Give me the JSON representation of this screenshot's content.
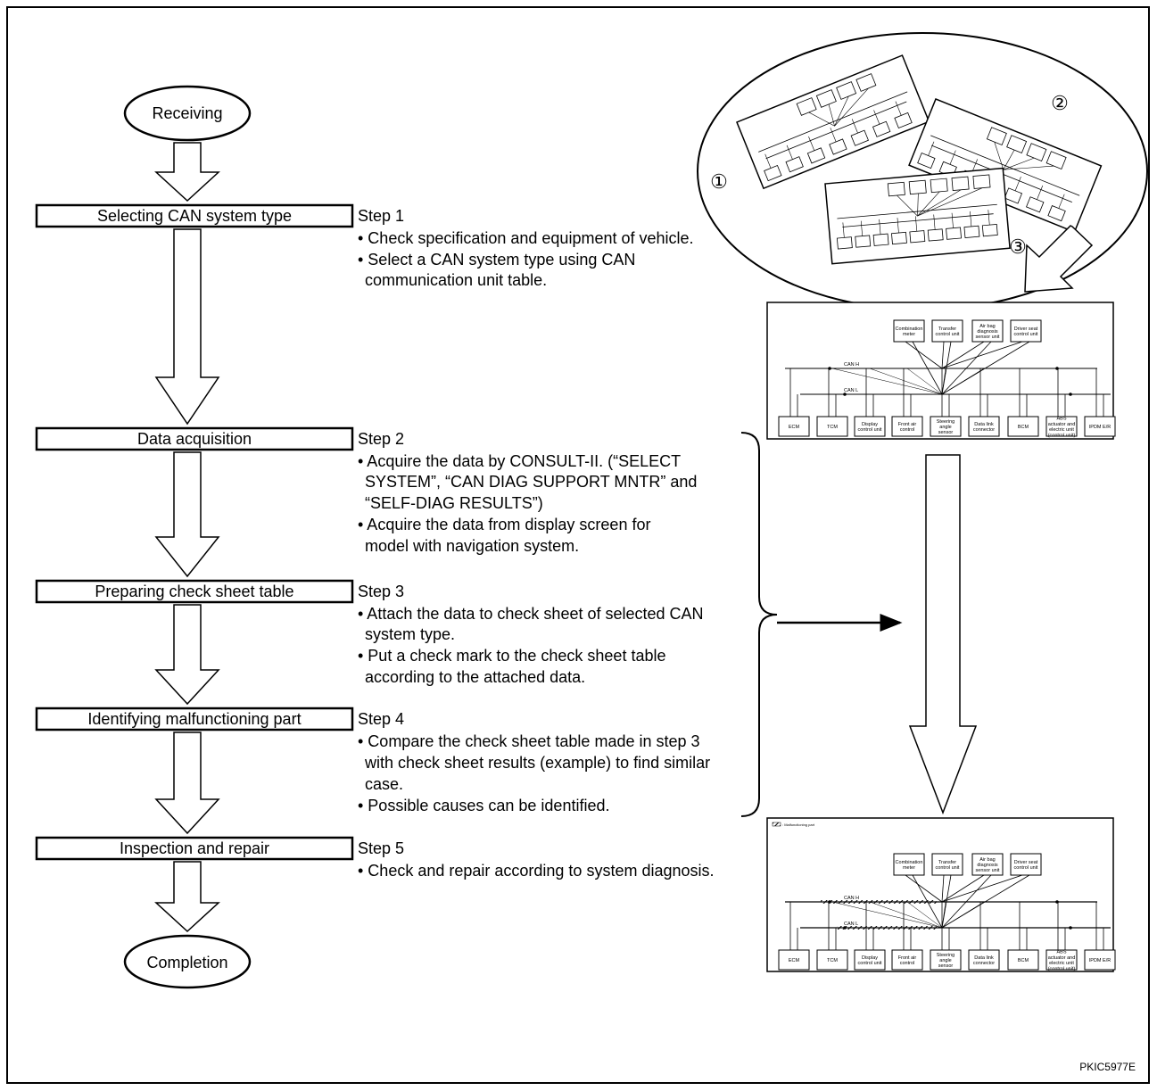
{
  "flow": {
    "start": "Receiving",
    "end": "Completion",
    "steps": [
      {
        "box": "Selecting CAN system type",
        "title": "Step 1",
        "lines": [
          "• Check specification and equipment of vehicle.",
          "• Select a CAN system type using CAN",
          "communication unit table."
        ]
      },
      {
        "box": "Data acquisition",
        "title": "Step 2",
        "lines": [
          "• Acquire the data by CONSULT-II. (“SELECT",
          "SYSTEM”, “CAN DIAG SUPPORT MNTR” and",
          "“SELF-DIAG RESULTS”)",
          "• Acquire the data from display screen for",
          "model with navigation system."
        ]
      },
      {
        "box": "Preparing check sheet table",
        "title": "Step 3",
        "lines": [
          "• Attach the data to check sheet of selected CAN",
          "system type.",
          "• Put a check mark to the check sheet table",
          "according to the attached data."
        ]
      },
      {
        "box": "Identifying malfunctioning part",
        "title": "Step 4",
        "lines": [
          "• Compare the check sheet table made in step 3",
          "with check sheet results (example) to find similar",
          "case.",
          "• Possible causes can be identified."
        ]
      },
      {
        "box": "Inspection and repair",
        "title": "Step 5",
        "lines": [
          "• Check and repair according to system diagnosis."
        ]
      }
    ]
  },
  "system_types": [
    "①",
    "②",
    "③"
  ],
  "can_diagram": {
    "top_units": [
      "Combination|meter",
      "Transfer|control unit",
      "Air bag|diagnosis|sensor unit",
      "Driver seat|control unit"
    ],
    "bottom_units": [
      "ECM",
      "TCM",
      "Display|control unit",
      "Front air|control",
      "Steering|angle|sensor",
      "Data link|connector",
      "BCM",
      "ABS|actuator and|electric unit|(control unit)",
      "IPDM E/R"
    ],
    "bus_h": "CAN H",
    "bus_l": "CAN L"
  },
  "result_legend": ": Malfunctioning part",
  "figure_code": "PKIC5977E"
}
